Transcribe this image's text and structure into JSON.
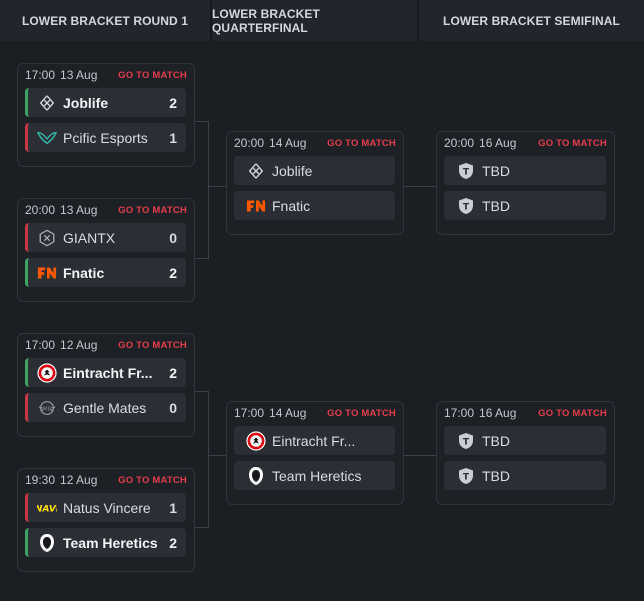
{
  "headers": [
    "LOWER BRACKET ROUND 1",
    "LOWER BRACKET QUARTERFINAL",
    "LOWER BRACKET SEMIFINAL"
  ],
  "go_label": "GO TO MATCH",
  "matches": [
    {
      "time": "17:00",
      "date": "13 Aug",
      "teams": [
        {
          "name": "Joblife",
          "score": "2",
          "icon": "joblife-icon",
          "result": "win"
        },
        {
          "name": "Pcific Esports",
          "score": "1",
          "icon": "pacific-esports-icon",
          "result": "loss"
        }
      ]
    },
    {
      "time": "20:00",
      "date": "13 Aug",
      "teams": [
        {
          "name": "GIANTX",
          "score": "0",
          "icon": "giantx-icon",
          "result": "loss"
        },
        {
          "name": "Fnatic",
          "score": "2",
          "icon": "fnatic-icon",
          "result": "win"
        }
      ]
    },
    {
      "time": "17:00",
      "date": "12 Aug",
      "teams": [
        {
          "name": "Eintracht Fr...",
          "score": "2",
          "icon": "eintracht-icon",
          "result": "win"
        },
        {
          "name": "Gentle Mates",
          "score": "0",
          "icon": "gentle-mates-icon",
          "result": "loss"
        }
      ]
    },
    {
      "time": "19:30",
      "date": "12 Aug",
      "teams": [
        {
          "name": "Natus Vincere",
          "score": "1",
          "icon": "navi-icon",
          "result": "loss"
        },
        {
          "name": "Team Heretics",
          "score": "2",
          "icon": "heretics-icon",
          "result": "win"
        }
      ]
    },
    {
      "time": "20:00",
      "date": "14 Aug",
      "teams": [
        {
          "name": "Joblife",
          "score": "",
          "icon": "joblife-icon",
          "result": "none"
        },
        {
          "name": "Fnatic",
          "score": "",
          "icon": "fnatic-icon",
          "result": "none"
        }
      ]
    },
    {
      "time": "17:00",
      "date": "14 Aug",
      "teams": [
        {
          "name": "Eintracht Fr...",
          "score": "",
          "icon": "eintracht-icon",
          "result": "none"
        },
        {
          "name": "Team Heretics",
          "score": "",
          "icon": "heretics-icon",
          "result": "none"
        }
      ]
    },
    {
      "time": "20:00",
      "date": "16 Aug",
      "teams": [
        {
          "name": "TBD",
          "score": "",
          "icon": "tbd-shield-icon",
          "result": "none"
        },
        {
          "name": "TBD",
          "score": "",
          "icon": "tbd-shield-icon",
          "result": "none"
        }
      ]
    },
    {
      "time": "17:00",
      "date": "16 Aug",
      "teams": [
        {
          "name": "TBD",
          "score": "",
          "icon": "tbd-shield-icon",
          "result": "none"
        },
        {
          "name": "TBD",
          "score": "",
          "icon": "tbd-shield-icon",
          "result": "none"
        }
      ]
    }
  ],
  "colors": {
    "win": "#3fa463",
    "loss": "#c53842",
    "go_to_match": "#e33d4b",
    "fnatic": "#ff5900",
    "navi": "#ffe500"
  }
}
